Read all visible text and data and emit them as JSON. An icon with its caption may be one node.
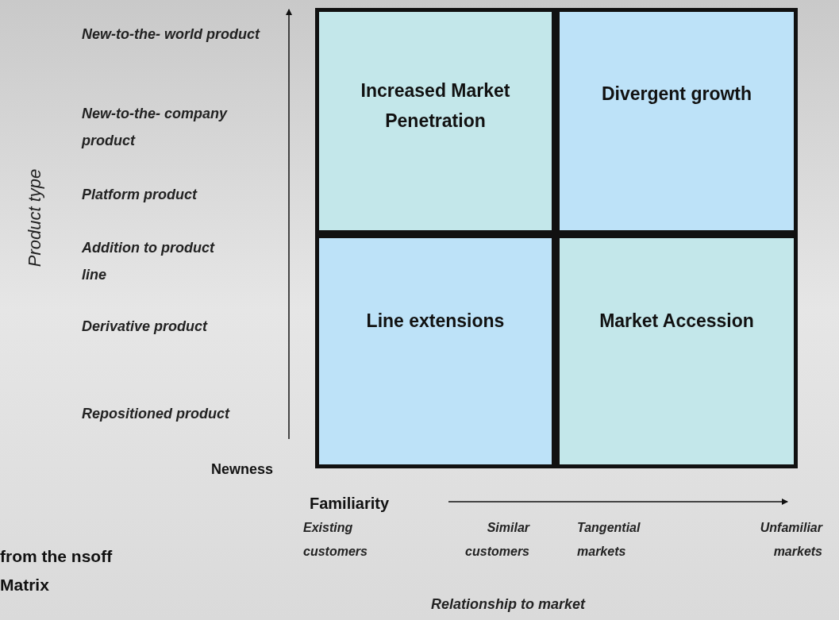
{
  "diagram": {
    "nodes": [
      {
        "text": [
          "Increased Market Penetration"
        ]
      },
      {
        "text": [
          "Divergent growth"
        ]
      },
      {
        "text": [
          "Line extensions"
        ]
      },
      {
        "text": [
          "Market Accession"
        ]
      }
    ],
    "labels": [
      "Product type",
      "New-to-the- world product",
      "New-to-the- company product",
      "Platform product",
      "Addition to product line",
      "Derivative product",
      "Repositioned product",
      "Newness",
      "Familiarity",
      "Existing customers",
      "Similar customers",
      "Tangential markets",
      "Unfamiliar markets",
      "Relationship to market",
      "from the nsoff Matrix"
    ]
  }
}
